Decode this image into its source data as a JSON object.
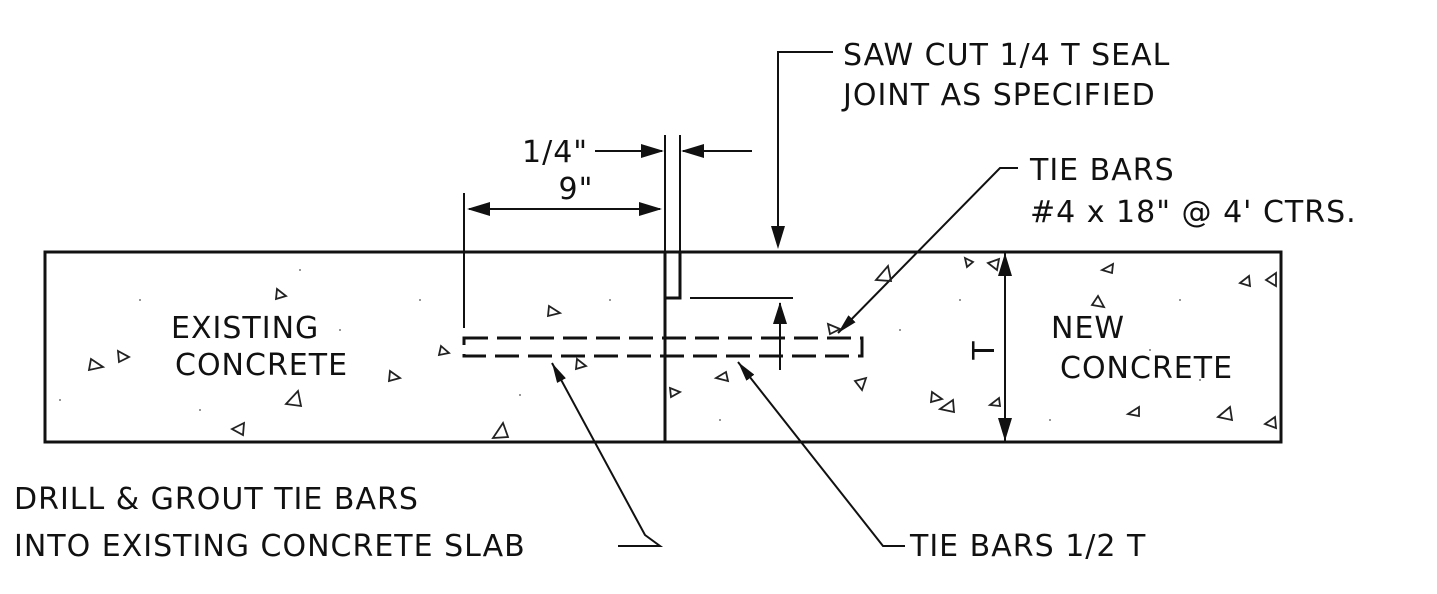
{
  "labels": {
    "saw_cut_line1": "SAW CUT 1/4 T SEAL",
    "saw_cut_line2": "JOINT AS SPECIFIED",
    "tie_bars_top_line1": "TIE BARS",
    "tie_bars_top_line2": "#4 x 18\" @ 4' CTRS.",
    "gap_dimension": "1/4\"",
    "embed_dimension": "9\"",
    "existing_line1": "EXISTING",
    "existing_line2": "CONCRETE",
    "new_line1": "NEW",
    "new_line2": "CONCRETE",
    "thickness": "T",
    "drill_line1": "DRILL & GROUT TIE BARS",
    "drill_line2": "INTO EXISTING CONCRETE SLAB",
    "tie_bars_half": "TIE BARS 1/2 T"
  }
}
